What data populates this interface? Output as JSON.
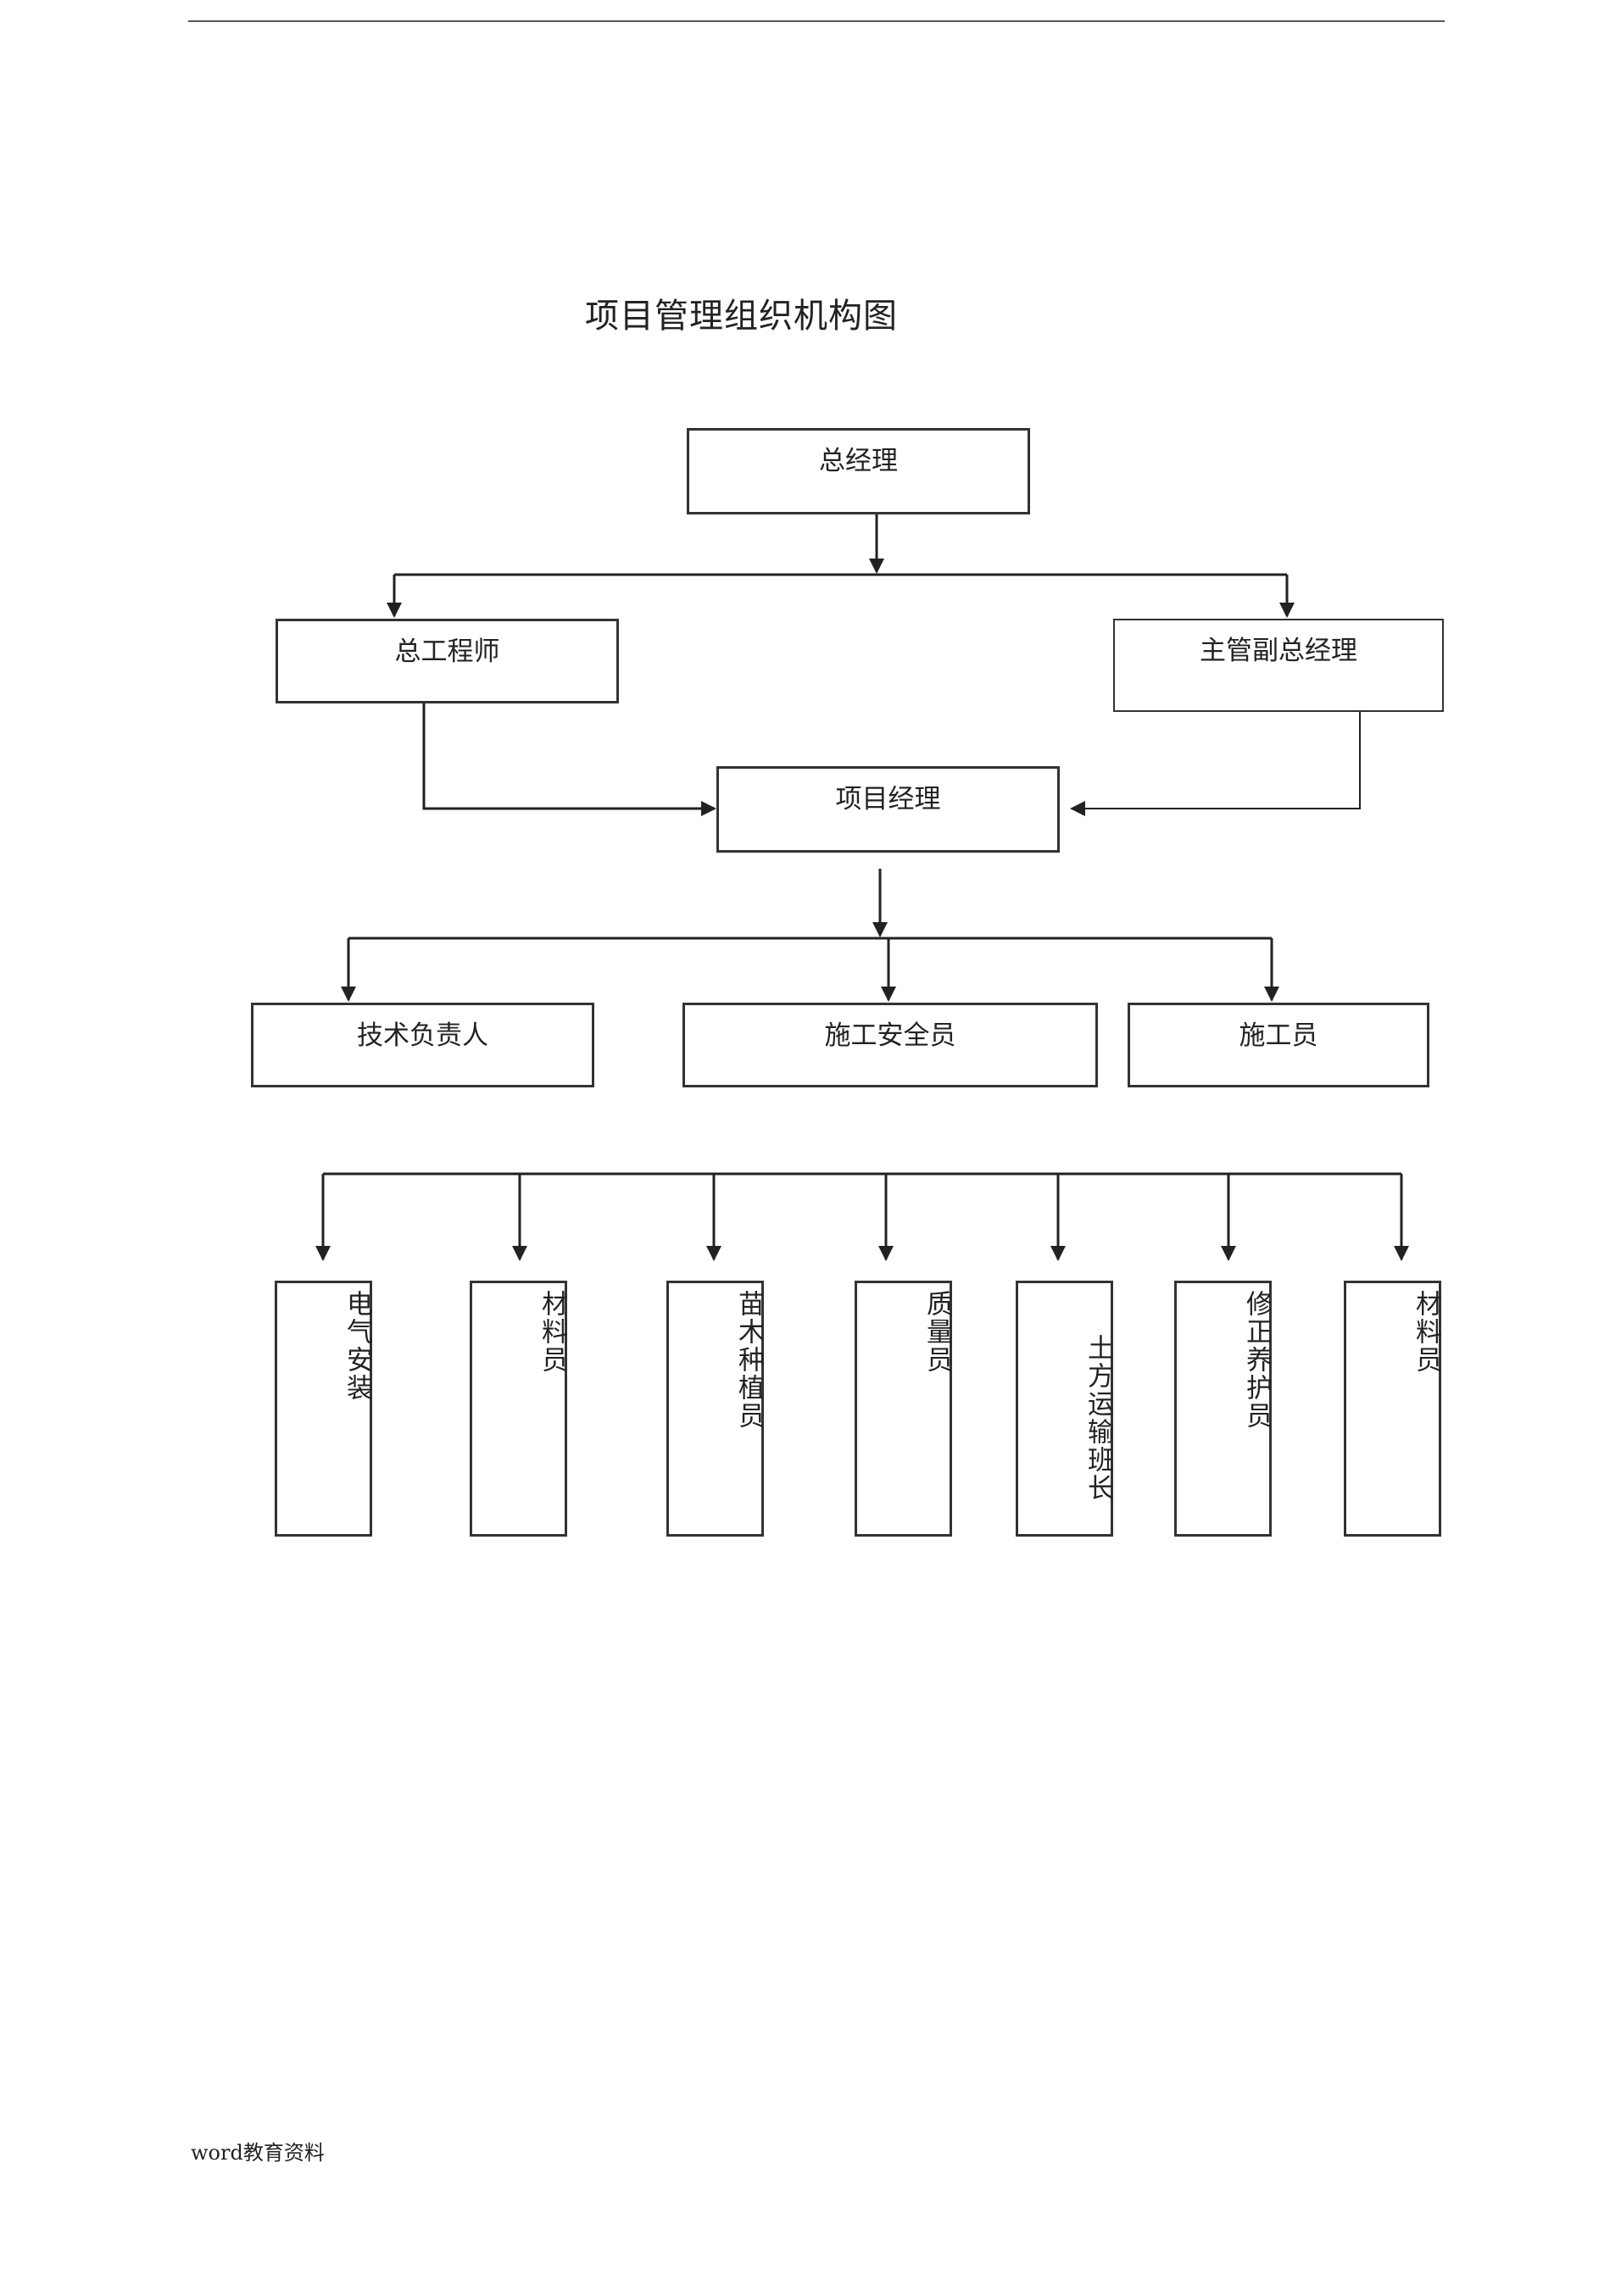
{
  "title": "项目管理组织机构图",
  "footer": "word教育资料",
  "nodes": {
    "general_manager": "总经理",
    "chief_engineer": "总工程师",
    "deputy_gm": "主管副总经理",
    "project_manager": "项目经理",
    "tech_lead": "技术负责人",
    "safety_officer": "施工安全员",
    "constructor": "施工员"
  },
  "staff": [
    "电气安装",
    "材料员",
    "苗木种植员",
    "质量员",
    "土方运输班长",
    "修正养护员",
    "材料员"
  ]
}
